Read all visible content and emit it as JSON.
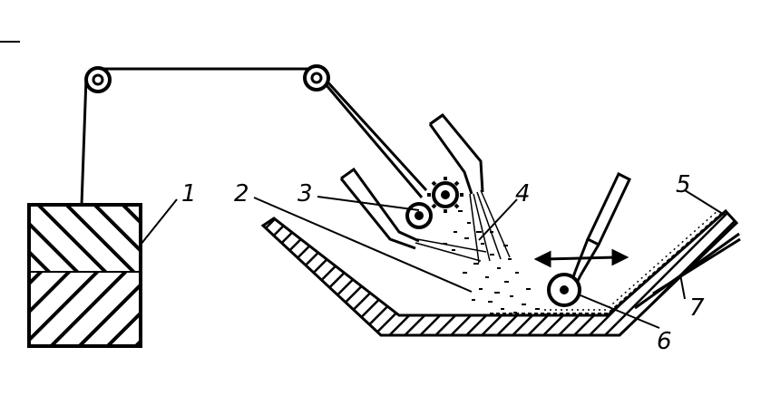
{
  "labels": {
    "l1": "1",
    "l2": "2",
    "l3": "3",
    "l4": "4",
    "l5": "5",
    "l6": "6",
    "l7": "7"
  },
  "colors": {
    "ink": "#000000",
    "paper": "#ffffff"
  }
}
